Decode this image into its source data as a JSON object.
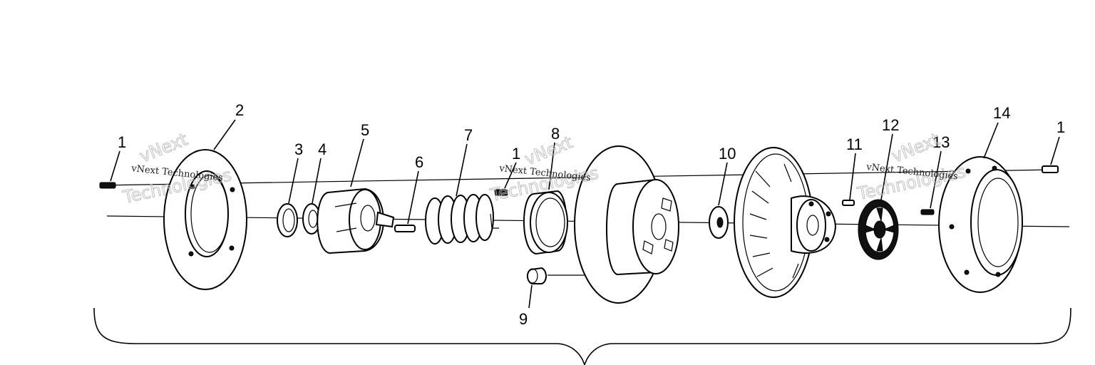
{
  "callouts": [
    {
      "id": "c1a",
      "text": "1"
    },
    {
      "id": "c2",
      "text": "2"
    },
    {
      "id": "c3",
      "text": "3"
    },
    {
      "id": "c4",
      "text": "4"
    },
    {
      "id": "c5",
      "text": "5"
    },
    {
      "id": "c6",
      "text": "6"
    },
    {
      "id": "c7",
      "text": "7"
    },
    {
      "id": "c1b",
      "text": "1"
    },
    {
      "id": "c8",
      "text": "8"
    },
    {
      "id": "c9",
      "text": "9"
    },
    {
      "id": "c10",
      "text": "10"
    },
    {
      "id": "c11",
      "text": "11"
    },
    {
      "id": "c12",
      "text": "12"
    },
    {
      "id": "c13",
      "text": "13"
    },
    {
      "id": "c14",
      "text": "14"
    },
    {
      "id": "c1c",
      "text": "1"
    }
  ],
  "watermark": {
    "text": "vNext Technologies",
    "word1": "vNext",
    "word2": "Technologies"
  }
}
